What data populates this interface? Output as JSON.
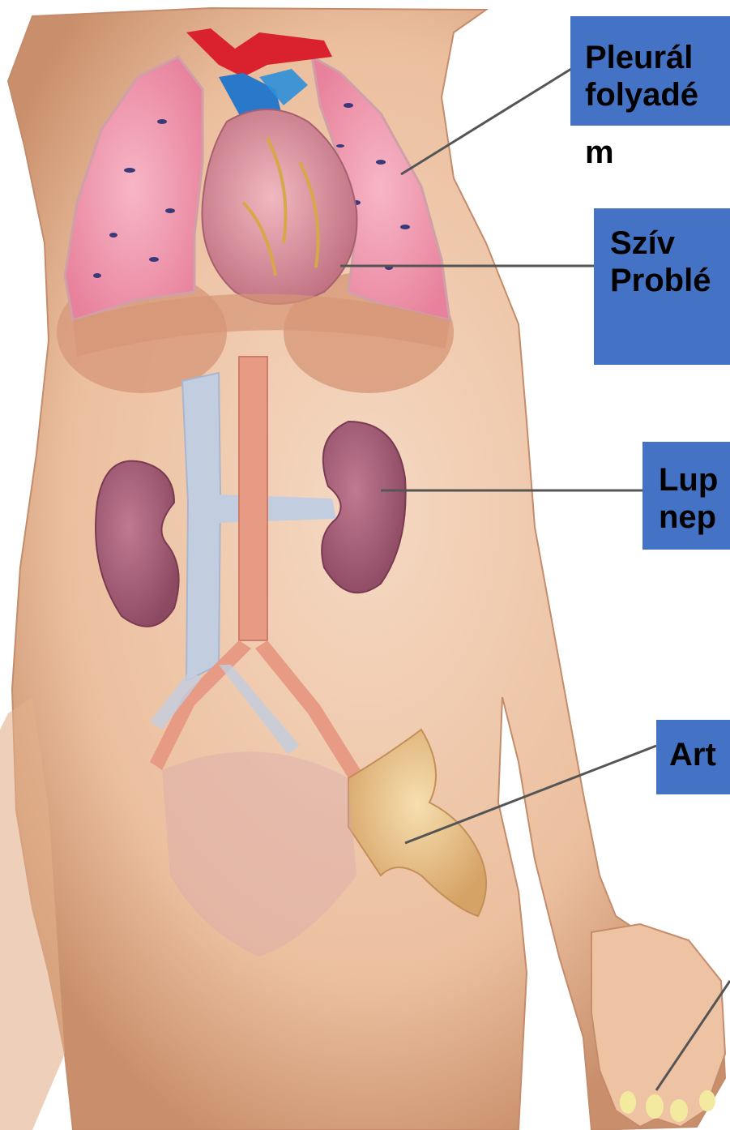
{
  "labels": {
    "pleural": {
      "line1": "Pleurál",
      "line2": "folyadé",
      "line3": "m"
    },
    "sziv": {
      "line1": "Szív",
      "line2": "Problé"
    },
    "lupus": {
      "line1": "Lup",
      "line2": "nep"
    },
    "art": {
      "line1": "Art"
    }
  },
  "colors": {
    "label_box": "#4472c4",
    "skin": "#ecc3a6",
    "lung": "#f09ab0",
    "heart": "#d58a96",
    "kidney": "#a66076",
    "vein": "#c2cde0",
    "artery": "#e79a84",
    "bone": "#e9c78c",
    "leader_line": "#555555"
  }
}
